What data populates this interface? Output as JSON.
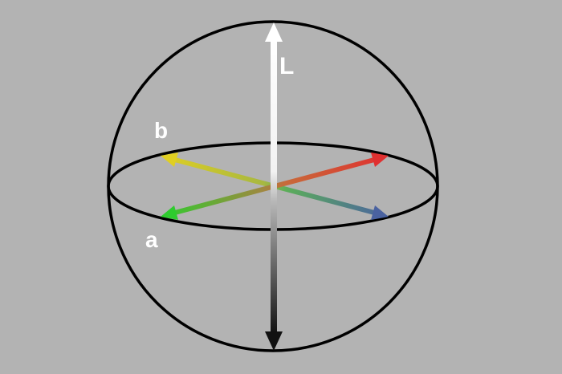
{
  "diagram": {
    "type": "CIELAB color space sphere",
    "background": "#b3b3b3",
    "labels": {
      "L": "L",
      "a": "a",
      "b": "b"
    },
    "axes": [
      {
        "name": "L",
        "description": "lightness axis, white (top) to black (bottom)",
        "from_color": "#ffffff",
        "to_color": "#111111"
      },
      {
        "name": "a",
        "description": "green (front-left) to red (back-right)",
        "from_color": "#2ecc2e",
        "to_color": "#e03030"
      },
      {
        "name": "b",
        "description": "yellow (back-left) to blue (front-right)",
        "from_color": "#e0cf22",
        "to_color": "#4a62a0"
      }
    ],
    "colors": {
      "outline": "#000000",
      "red": "#e03030",
      "green": "#2ecc2e",
      "yellow": "#e0cf22",
      "blue": "#4a62a0",
      "white": "#ffffff",
      "black": "#111111"
    }
  }
}
